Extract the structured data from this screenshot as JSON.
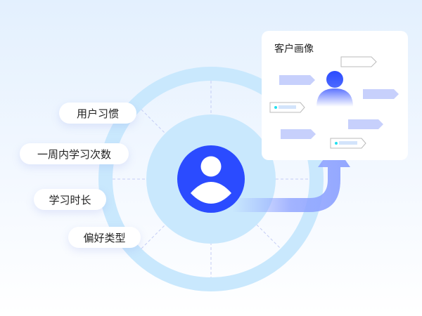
{
  "labels": [
    "用户习惯",
    "一周内学习次数",
    "学习时长",
    "偏好类型"
  ],
  "card": {
    "title": "客户画像"
  },
  "colors": {
    "primary": "#2b4bff",
    "ring": "#c9e8fd",
    "tag": "#c7d0fc",
    "accent_dot": "#22e0f0"
  }
}
